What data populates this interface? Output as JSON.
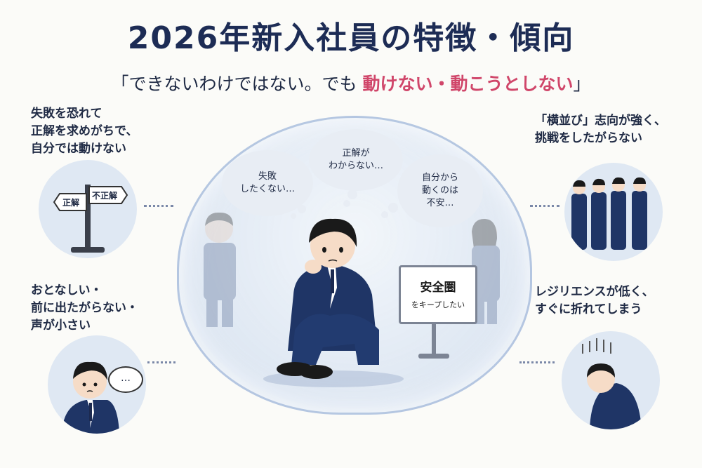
{
  "title": "2026年新入社員の特徴・傾向",
  "subtitle": {
    "prefix": "「できないわけではない。でも ",
    "highlight": "動けない・動こうとしない",
    "suffix": "」"
  },
  "notes": {
    "top_left": "失敗を恐れて\n正解を求めがちで、\n自分では動けない",
    "bottom_left": "おとなしい・\n前に出たがらない・\n声が小さい",
    "top_right": "「横並び」志向が強く、\n挑戦をしたがらない",
    "bottom_right": "レジリエンスが低く、\nすぐに折れてしまう"
  },
  "thoughts": {
    "left": "失敗\nしたくない…",
    "middle": "正解が\nわからない…",
    "right": "自分から\n動くのは\n不安…"
  },
  "sign": {
    "main": "安全圏",
    "sub": "をキープしたい"
  },
  "signpost": {
    "left": "正解",
    "right": "不正解"
  },
  "speech": "…",
  "colors": {
    "navy": "#1d2c55",
    "highlight": "#d0466a",
    "circle_bg": "#dfe8f3"
  }
}
